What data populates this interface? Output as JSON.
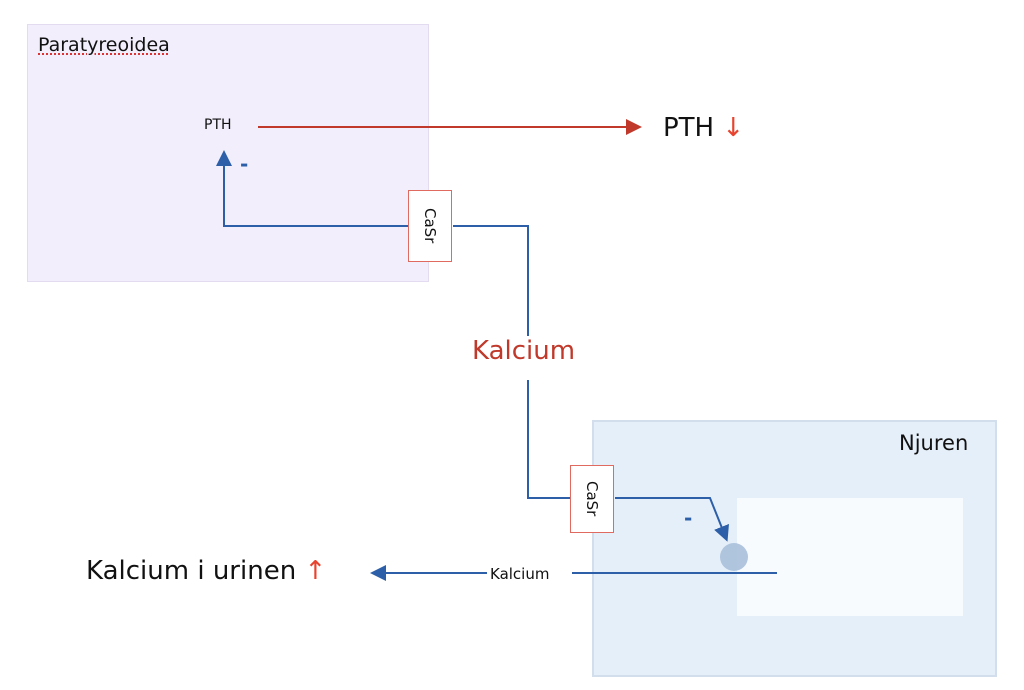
{
  "parathyroid": {
    "title": "Paratyreoidea",
    "pth_label": "PTH",
    "inhibit_sign": "-",
    "receptor": "CaSr"
  },
  "pth_output": {
    "label": "PTH",
    "arrow": "↓"
  },
  "calcium_label": "Kalcium",
  "kidney": {
    "title": "Njuren",
    "receptor": "CaSr",
    "inhibit_sign": "-",
    "calcium_label": "Kalcium"
  },
  "urine_output": {
    "label": "Kalcium i urinen",
    "arrow": "↑"
  },
  "colors": {
    "red": "#c0392b",
    "blue": "#2d5fa8",
    "parathyroid_bg": "#f3eefc",
    "kidney_bg": "#e5eff9"
  }
}
